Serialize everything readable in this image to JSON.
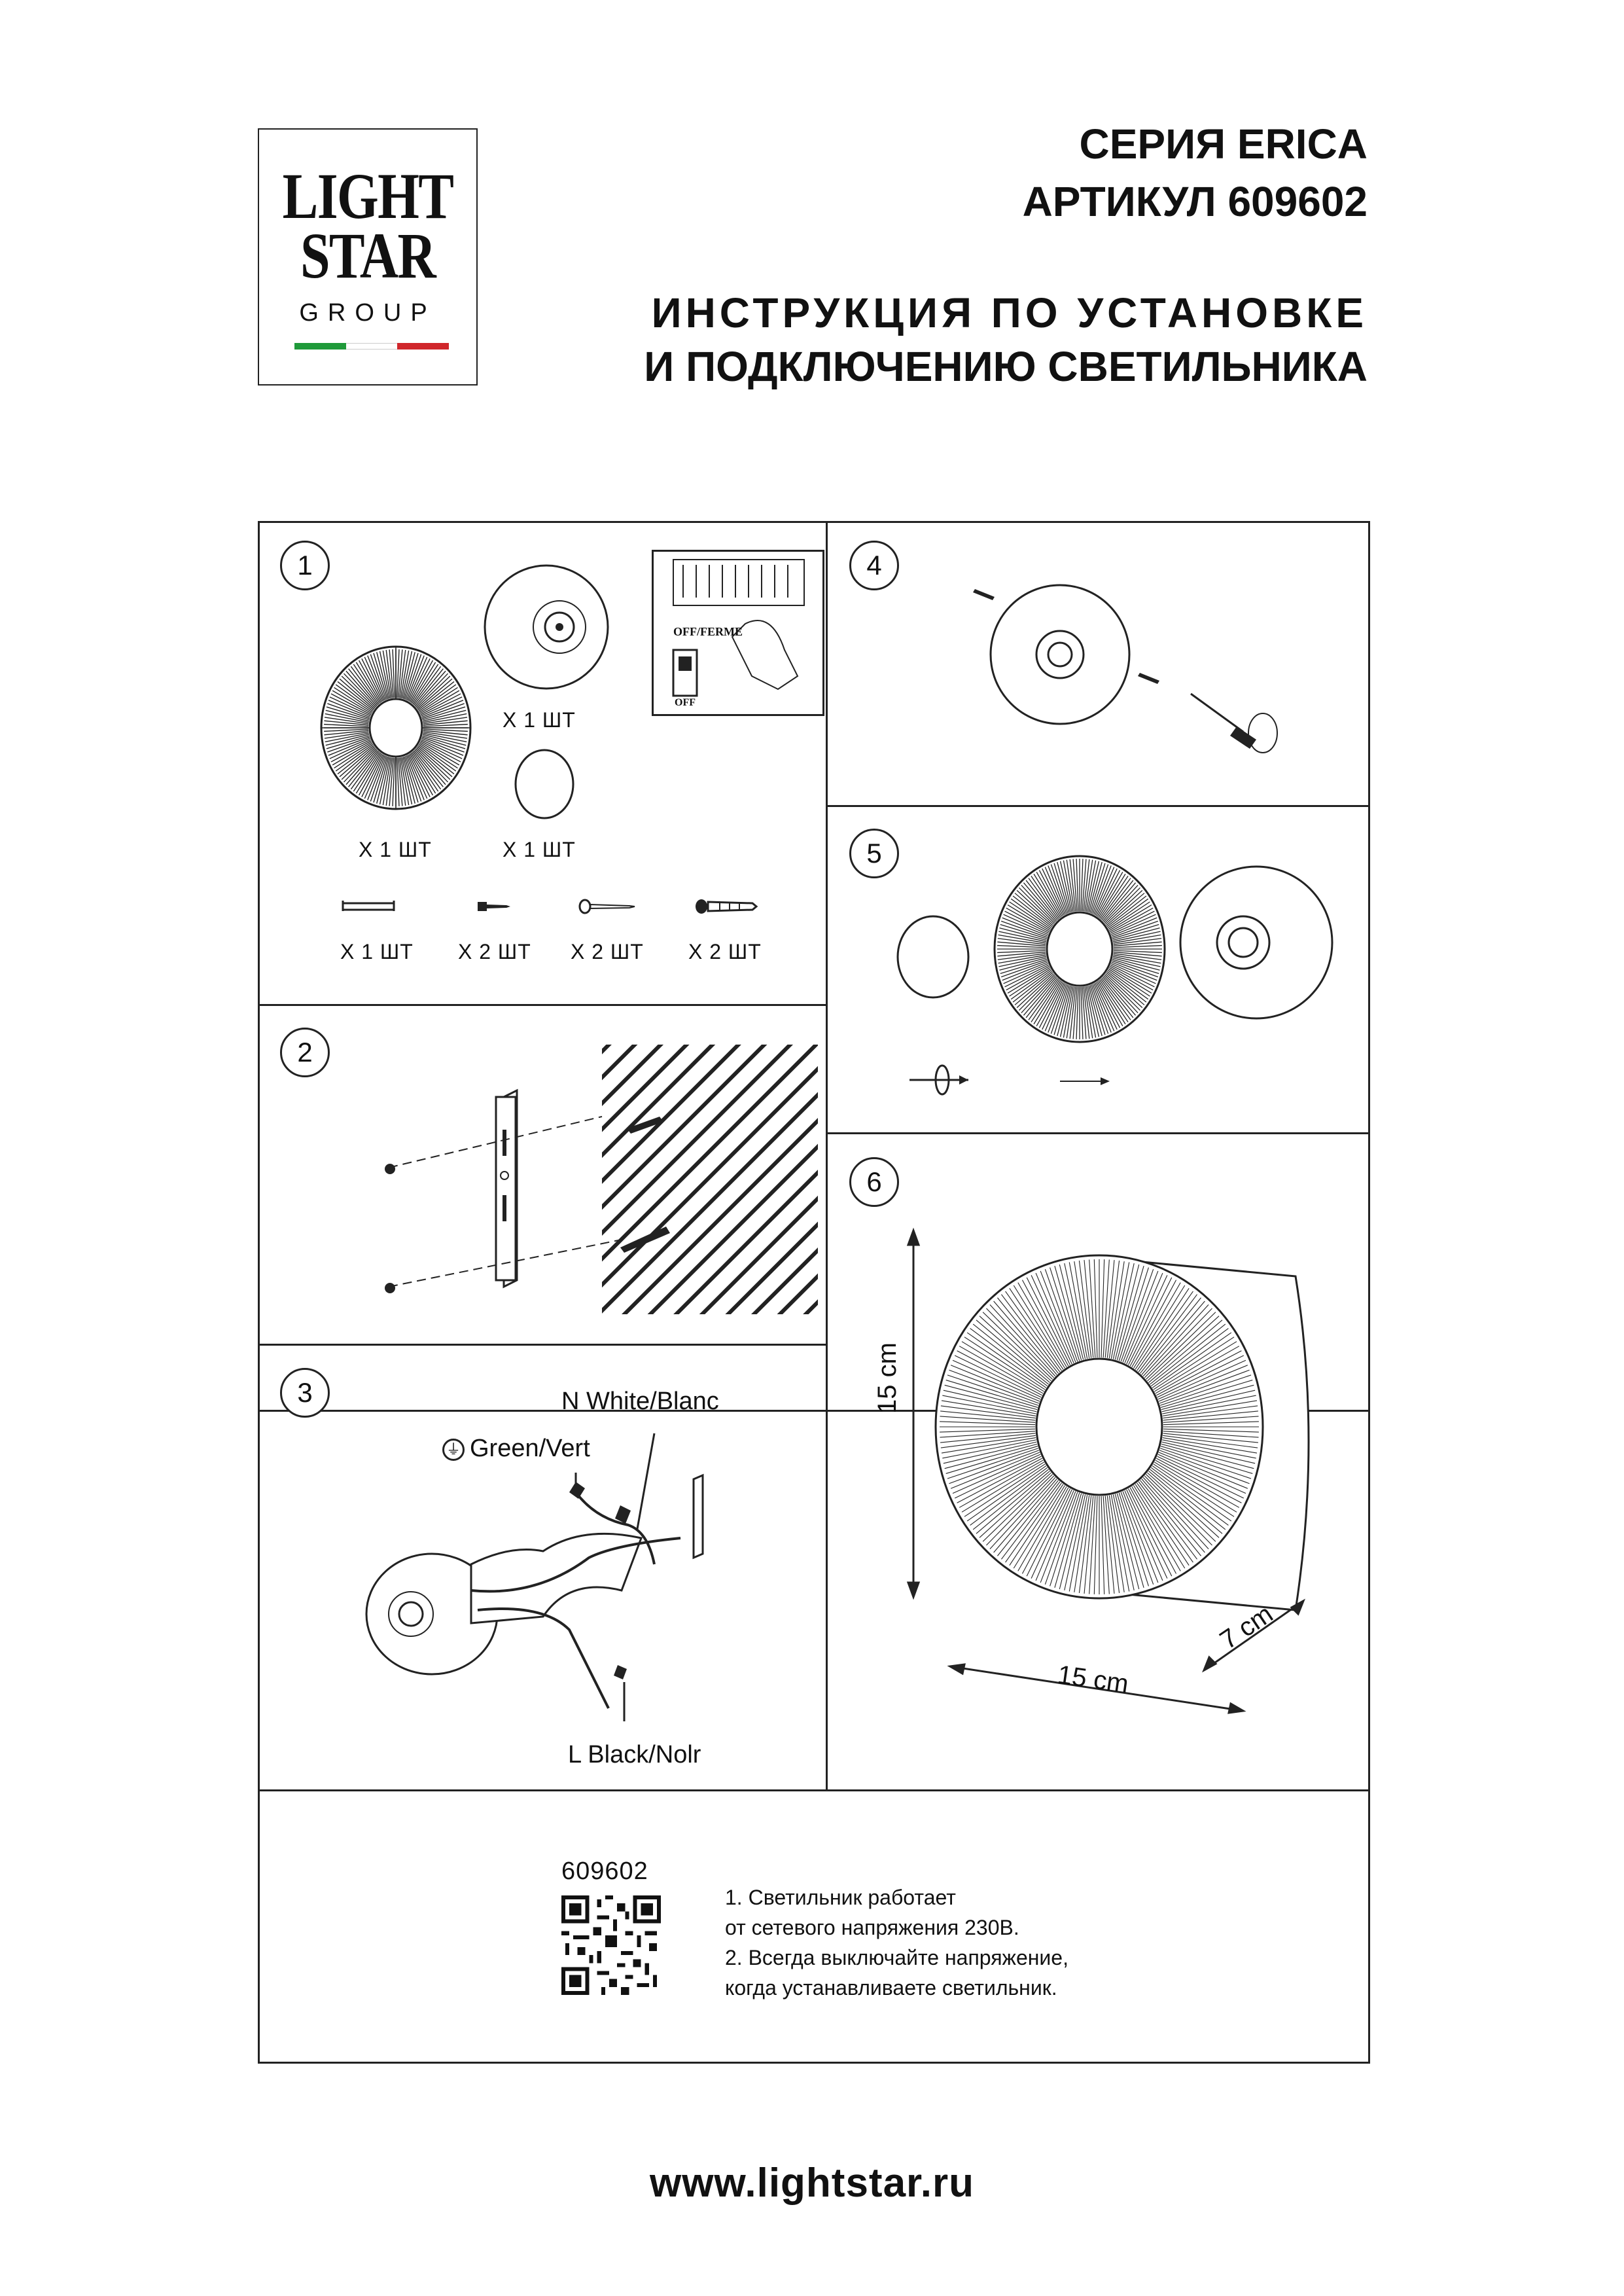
{
  "logo": {
    "line1": "LIGHT",
    "line2": "STAR",
    "line3": "GROUP",
    "flag_colors": [
      "#1f9a3a",
      "#ffffff",
      "#d0262b"
    ]
  },
  "header": {
    "series": "СЕРИЯ ERICA",
    "article": "АРТИКУЛ 609602",
    "title_line1": "ИНСТРУКЦИЯ ПО УСТАНОВКЕ",
    "title_line2": "И ПОДКЛЮЧЕНИЮ СВЕТИЛЬНИКА"
  },
  "steps": {
    "s1": "1",
    "s2": "2",
    "s3": "3",
    "s4": "4",
    "s5": "5",
    "s6": "6"
  },
  "parts": {
    "base_qty": "X 1 ШТ",
    "shade_qty": "X 1 ШТ",
    "disc_qty": "X 1 ШТ",
    "bracket_qty": "X 1 ШТ",
    "screw_qty": "X 2 ШТ",
    "long_screw_qty": "X 2 ШТ",
    "anchor_qty": "X 2 ШТ"
  },
  "switch_inset": {
    "label1": "OFF/FERME",
    "label2": "OFF"
  },
  "wiring": {
    "neutral": "N White/Blanc",
    "ground": "Green/Vert",
    "line": "L Black/Nolr"
  },
  "dimensions": {
    "height": "15 cm",
    "width": "15 cm",
    "depth": "7 cm"
  },
  "notes": {
    "model_code": "609602",
    "line1": "1. Светильник работает",
    "line2": "от сетевого напряжения 230В.",
    "line3": "2. Всегда выключайте напряжение,",
    "line4": "когда устанавливаете светильник."
  },
  "footer": {
    "website": "www.lightstar.ru"
  }
}
